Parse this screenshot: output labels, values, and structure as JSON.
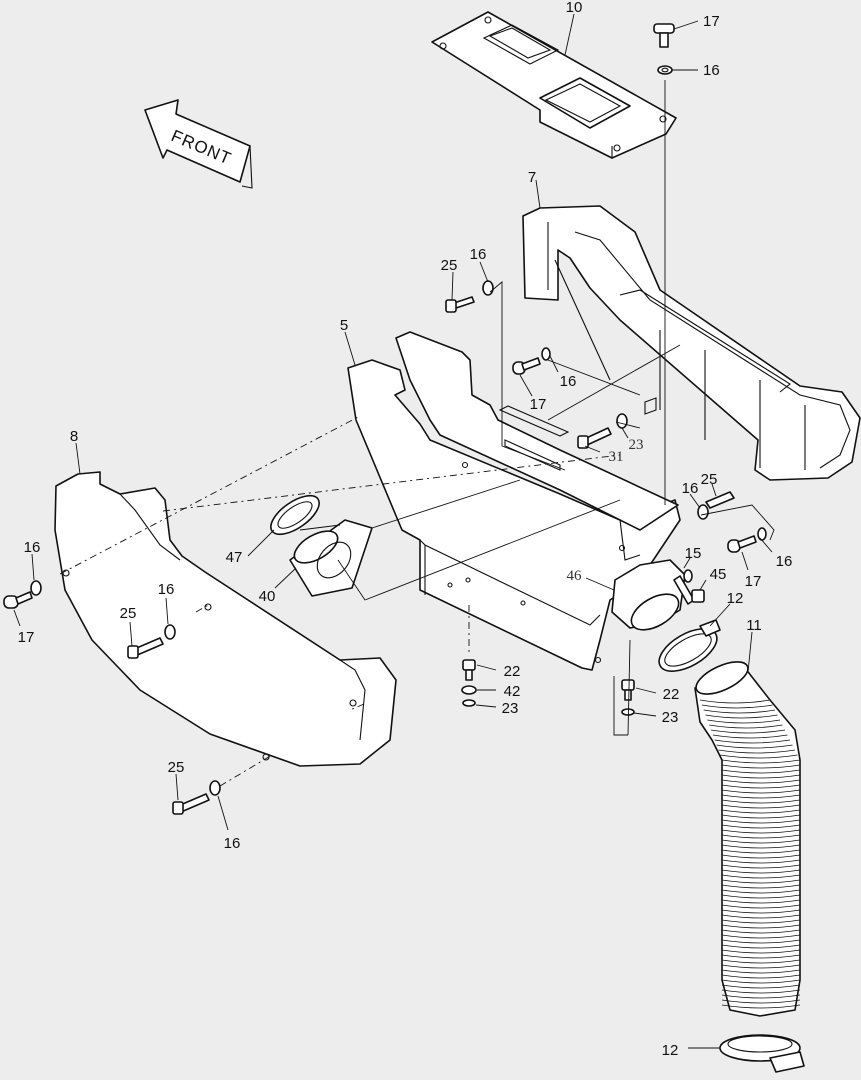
{
  "direction_arrow": {
    "label": "FRONT"
  },
  "callouts": [
    {
      "id": "c10",
      "text": "10"
    },
    {
      "id": "c17a",
      "text": "17"
    },
    {
      "id": "c16a",
      "text": "16"
    },
    {
      "id": "c7",
      "text": "7"
    },
    {
      "id": "c25a",
      "text": "25"
    },
    {
      "id": "c16b",
      "text": "16"
    },
    {
      "id": "c5",
      "text": "5"
    },
    {
      "id": "c16c",
      "text": "16"
    },
    {
      "id": "c17b",
      "text": "17"
    },
    {
      "id": "c23a",
      "text": "23"
    },
    {
      "id": "c31",
      "text": "31"
    },
    {
      "id": "c8",
      "text": "8"
    },
    {
      "id": "c16d",
      "text": "16"
    },
    {
      "id": "c25b",
      "text": "25"
    },
    {
      "id": "c47",
      "text": "47"
    },
    {
      "id": "c40",
      "text": "40"
    },
    {
      "id": "c16e",
      "text": "16"
    },
    {
      "id": "c17c",
      "text": "17"
    },
    {
      "id": "c16f",
      "text": "16"
    },
    {
      "id": "c25c",
      "text": "25"
    },
    {
      "id": "c15",
      "text": "15"
    },
    {
      "id": "c16g",
      "text": "16"
    },
    {
      "id": "c17d",
      "text": "17"
    },
    {
      "id": "c45",
      "text": "45"
    },
    {
      "id": "c46",
      "text": "46"
    },
    {
      "id": "c12a",
      "text": "12"
    },
    {
      "id": "c11",
      "text": "11"
    },
    {
      "id": "c25d",
      "text": "25"
    },
    {
      "id": "c22a",
      "text": "22"
    },
    {
      "id": "c42",
      "text": "42"
    },
    {
      "id": "c23b",
      "text": "23"
    },
    {
      "id": "c22b",
      "text": "22"
    },
    {
      "id": "c23c",
      "text": "23"
    },
    {
      "id": "c16h",
      "text": "16"
    },
    {
      "id": "c12b",
      "text": "12"
    }
  ]
}
